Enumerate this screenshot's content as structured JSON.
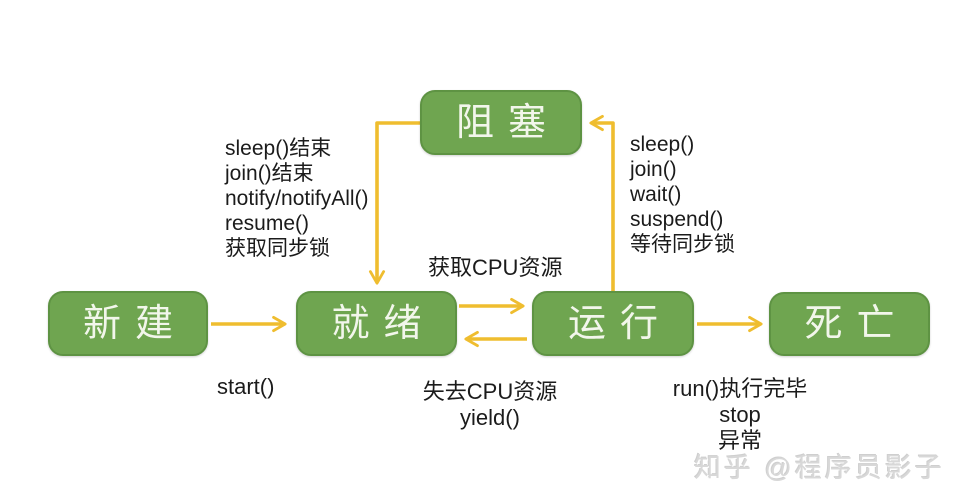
{
  "nodes": {
    "new": {
      "label": "新建"
    },
    "ready": {
      "label": "就绪"
    },
    "running": {
      "label": "运行"
    },
    "blocked": {
      "label": "阻塞"
    },
    "dead": {
      "label": "死亡"
    }
  },
  "edge_labels": {
    "blocked_to_ready": {
      "lines": [
        "sleep()结束",
        "join()结束",
        "notify/notifyAll()",
        "resume()",
        "获取同步锁"
      ]
    },
    "running_to_blocked": {
      "lines": [
        "sleep()",
        "join()",
        "wait()",
        "suspend()",
        "等待同步锁"
      ]
    },
    "ready_to_running": {
      "label": "获取CPU资源"
    },
    "new_to_ready": {
      "label": "start()"
    },
    "running_to_ready": {
      "lines": [
        "失去CPU资源",
        "yield()"
      ]
    },
    "running_to_dead": {
      "lines": [
        "run()执行完毕",
        "stop",
        "异常"
      ]
    }
  },
  "watermark": {
    "label": "知乎 @程序员影子"
  },
  "colors": {
    "background": "#FFFFFF",
    "node_fill": "#6FA550",
    "node_border": "#5E9343",
    "node_text": "#F2F6EB",
    "arrow": "#EFBD2F",
    "label_text": "#1B1B1B",
    "watermark_text": "#D8D8D8"
  }
}
